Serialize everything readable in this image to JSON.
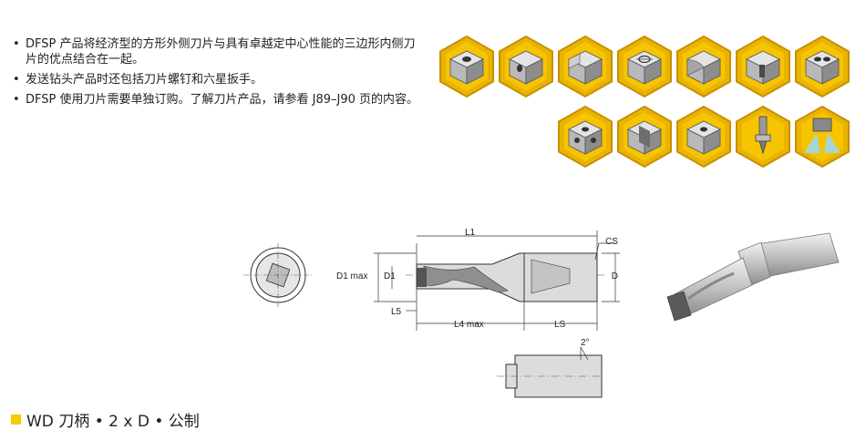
{
  "bullets": [
    "DFSP 产品将经济型的方形外侧刀片与具有卓越定中心性能的三边形内侧刀片的优点结合在一起。",
    "发送钻头产品时还包括刀片螺钉和六星扳手。",
    "DFSP 使用刀片需要单独订购。了解刀片产品，请参看 J89–J90 页的内容。"
  ],
  "icons": {
    "row1": [
      "cube-hole-icon",
      "cube-hole-corner-icon",
      "cube-step-icon",
      "cube-cross-hole-icon",
      "cube-curve-icon",
      "cube-slot-icon",
      "cube-double-hole-icon"
    ],
    "row2": [
      "cube-multi-hole-icon",
      "cube-channel-icon",
      "cube-bevel-icon",
      "tool-holder-icon",
      "coolant-spray-icon"
    ],
    "colors": {
      "hex_gold": "#e9b400",
      "hex_gold_dark": "#c98f00",
      "cube_light": "#dcdcdc",
      "cube_dark": "#9a9a9a"
    }
  },
  "drawing": {
    "labels": {
      "l1": "L1",
      "cs": "CS",
      "d1max": "D1 max",
      "d1": "D1",
      "d": "D",
      "l5": "L5",
      "l4max": "L4 max",
      "ls": "LS",
      "angle": "2°"
    }
  },
  "section": {
    "title": "WD 刀柄 • 2 x D • 公制",
    "accent_color": "#f2cd00"
  }
}
